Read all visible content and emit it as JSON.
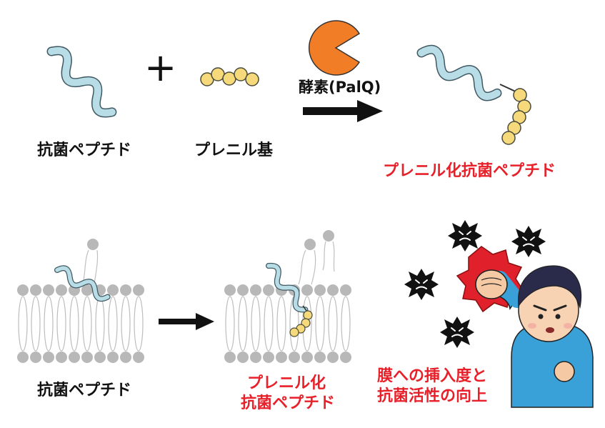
{
  "top": {
    "peptide_label": "抗菌ペプチド",
    "plus_sign": "+",
    "prenyl_label": "プレニル基",
    "enzyme_label": "酵素(PalQ)",
    "product_label": "プレニル化抗菌ペプチド"
  },
  "bottom": {
    "left_label": "抗菌ペプチド",
    "middle_label_line1": "プレニル化",
    "middle_label_line2": "抗菌ペプチド",
    "right_label_line1": "膜への挿入度と",
    "right_label_line2": "抗菌活性の向上"
  },
  "colors": {
    "helix_fill": "#b9dde6",
    "helix_stroke": "#3f5862",
    "prenyl_bead": "#f5d97a",
    "enzyme": "#f27d27",
    "label_red": "#e8202a",
    "lipid_head": "#b8b8b8",
    "burst_red": "#e0202b",
    "shirt": "#3aa0d8"
  }
}
